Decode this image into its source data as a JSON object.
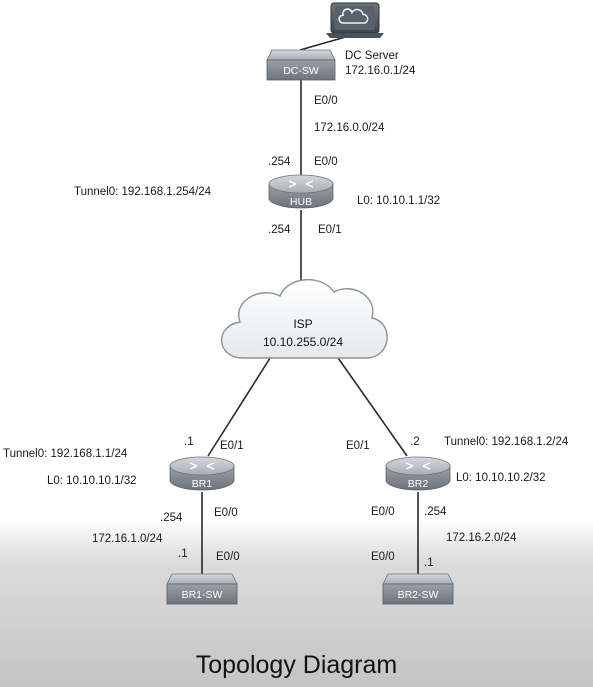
{
  "title": "Topology Diagram",
  "devices": {
    "dc_sw": "DC-SW",
    "hub": "HUB",
    "br1": "BR1",
    "br2": "BR2",
    "br1_sw": "BR1-SW",
    "br2_sw": "BR2-SW"
  },
  "server": {
    "name": "DC Server",
    "ip": "172.16.0.1/24"
  },
  "cloud": {
    "name": "ISP",
    "network": "10.10.255.0/24"
  },
  "labels": {
    "dc_sw_e00": "E0/0",
    "dc_net": "172.16.0.0/24",
    "hub_254_top": ".254",
    "hub_e00": "E0/0",
    "hub_tunnel": "Tunnel0: 192.168.1.254/24",
    "hub_lo": "L0: 10.10.1.1/32",
    "hub_254_bottom": ".254",
    "hub_e01": "E0/1",
    "br1_dot1": ".1",
    "br1_e01": "E0/1",
    "br1_tunnel": "Tunnel0: 192.168.1.1/24",
    "br1_lo": "L0: 10.10.10.1/32",
    "br1_254": ".254",
    "br1_e00": "E0/0",
    "br1_net": "172.16.1.0/24",
    "br1_sw_dot1": ".1",
    "br1_sw_e00": "E0/0",
    "br2_e01": "E0/1",
    "br2_dot2": ".2",
    "br2_tunnel": "Tunnel0: 192.168.1.2/24",
    "br2_lo": "L0: 10.10.10.2/32",
    "br2_e00": "E0/0",
    "br2_254": ".254",
    "br2_net": "172.16.2.0/24",
    "br2_sw_e00": "E0/0",
    "br2_sw_dot1": ".1"
  },
  "colors": {
    "device_body": "#8a9097",
    "device_top": "#b9bec4",
    "device_dark": "#5b6168",
    "link": "#2a2a2a"
  }
}
